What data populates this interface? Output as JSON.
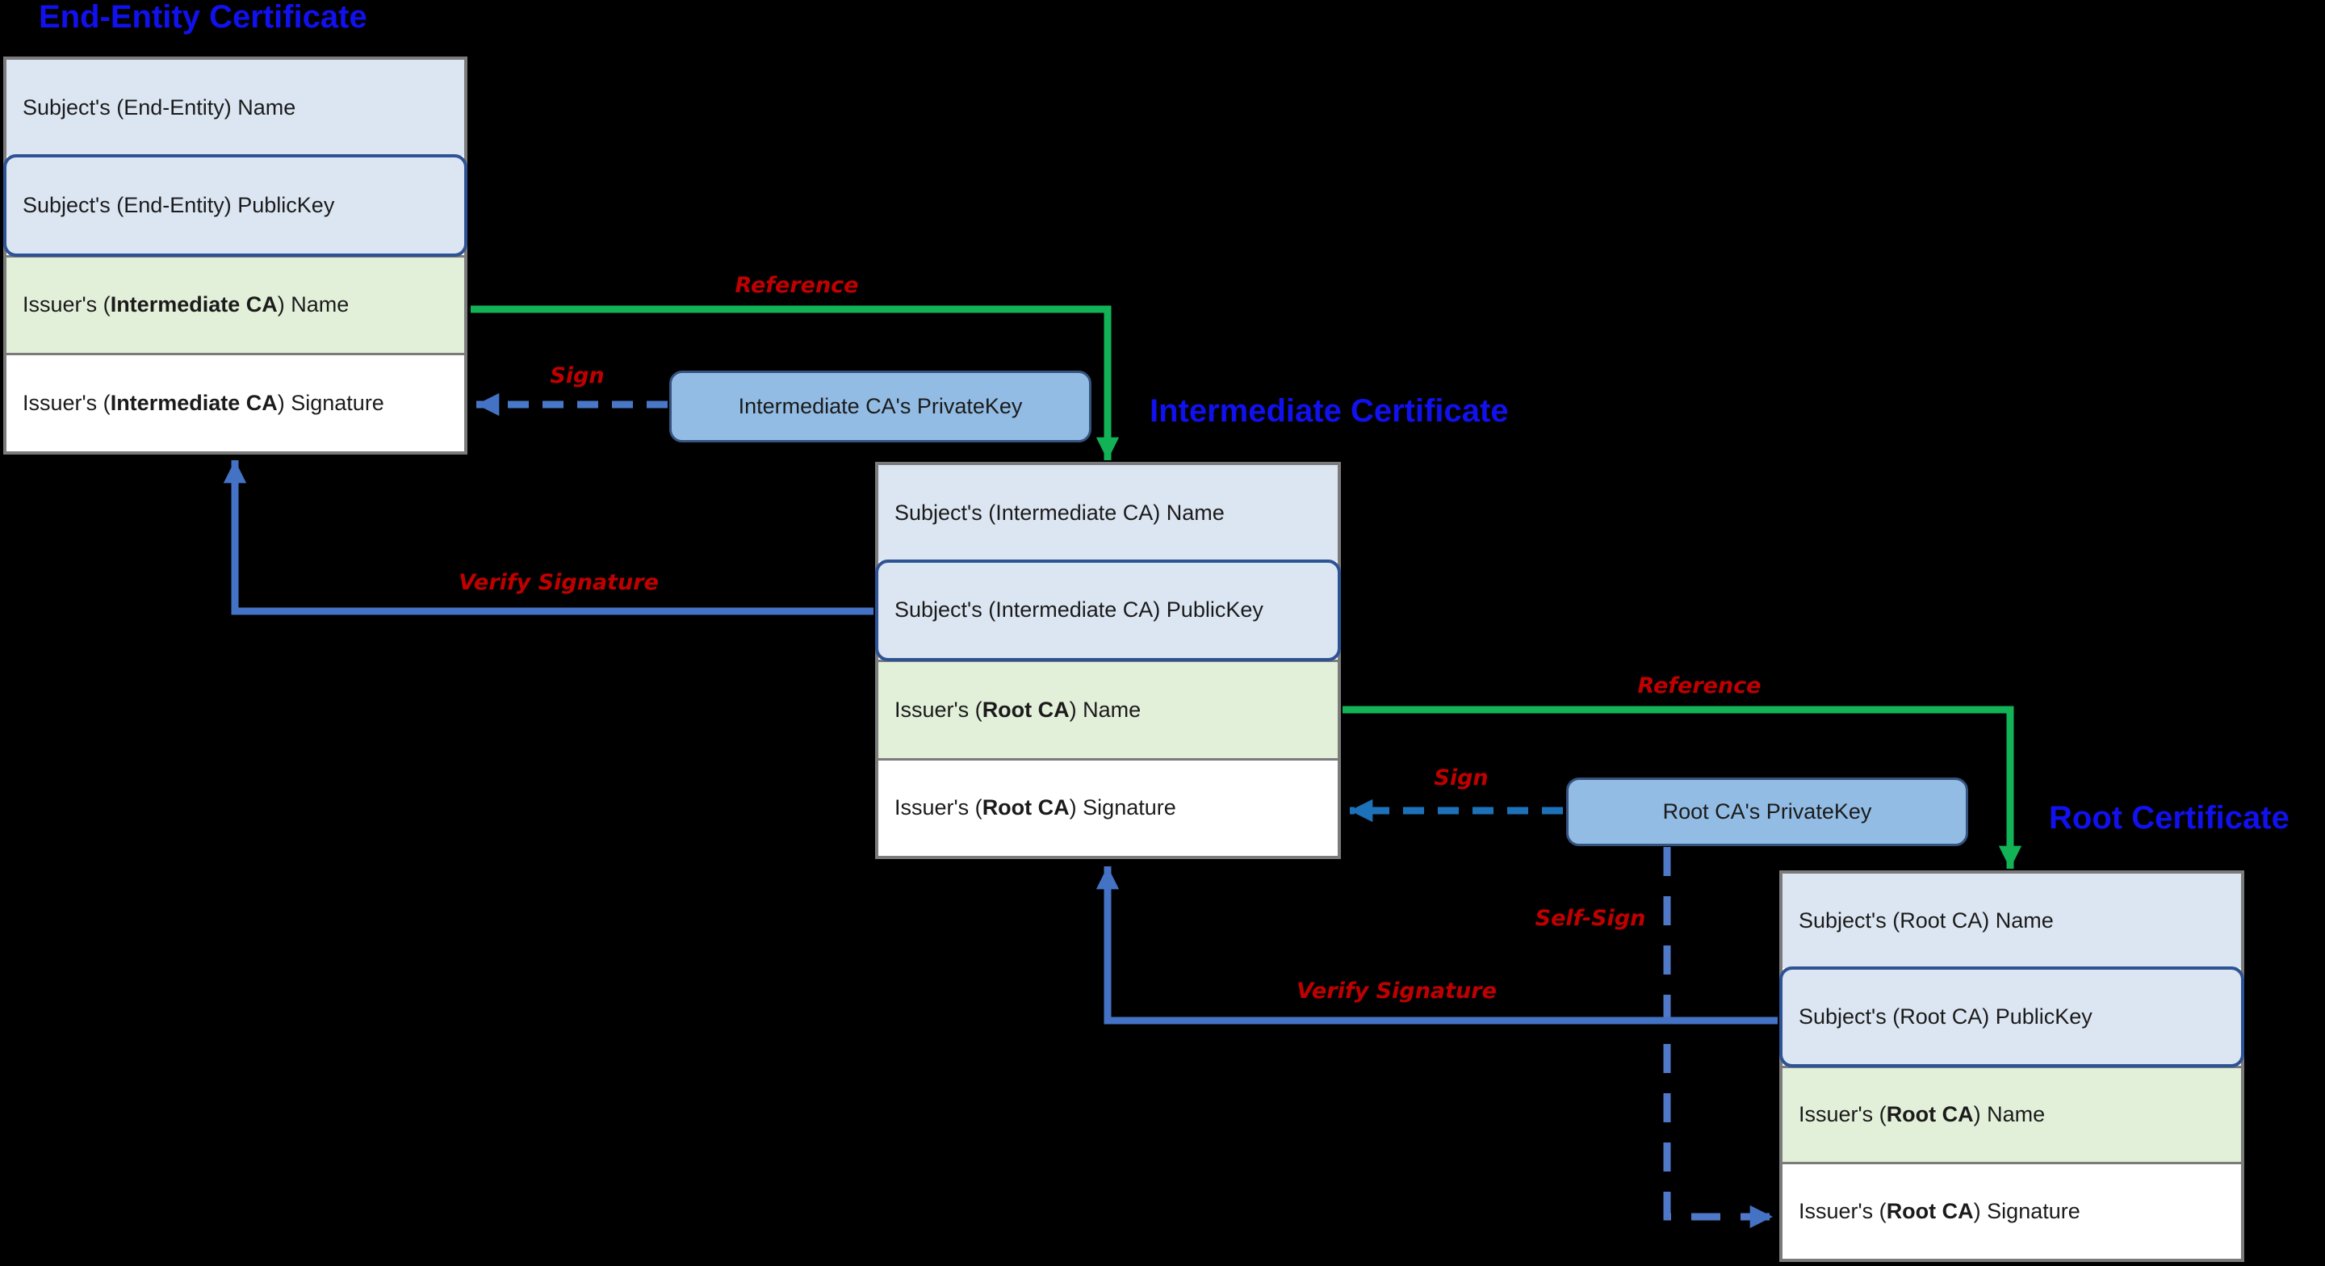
{
  "certs": [
    {
      "id": "end-entity",
      "title": "End-Entity Certificate",
      "rows": [
        {
          "pre": "Subject's (End-Entity) Name",
          "bold": "",
          "post": ""
        },
        {
          "pre": "Subject's (End-Entity) PublicKey",
          "bold": "",
          "post": ""
        },
        {
          "pre": "Issuer's (",
          "bold": "Intermediate CA",
          "post": ") Name"
        },
        {
          "pre": "Issuer's (",
          "bold": "Intermediate CA",
          "post": ") Signature"
        }
      ]
    },
    {
      "id": "intermediate",
      "title": "Intermediate Certificate",
      "rows": [
        {
          "pre": "Subject's (Intermediate CA) Name",
          "bold": "",
          "post": ""
        },
        {
          "pre": "Subject's (Intermediate CA) PublicKey",
          "bold": "",
          "post": ""
        },
        {
          "pre": "Issuer's (",
          "bold": "Root CA",
          "post": ") Name"
        },
        {
          "pre": "Issuer's (",
          "bold": "Root CA",
          "post": ") Signature"
        }
      ]
    },
    {
      "id": "root",
      "title": "Root Certificate",
      "rows": [
        {
          "pre": "Subject's (Root CA) Name",
          "bold": "",
          "post": ""
        },
        {
          "pre": "Subject's (Root CA) PublicKey",
          "bold": "",
          "post": ""
        },
        {
          "pre": "Issuer's (",
          "bold": "Root CA",
          "post": ") Name"
        },
        {
          "pre": "Issuer's (",
          "bold": "Root CA",
          "post": ") Signature"
        }
      ]
    }
  ],
  "keys": {
    "intermediate_label": "Intermediate CA's PrivateKey",
    "root_label": "Root CA's PrivateKey"
  },
  "edge_labels": {
    "reference": "Reference",
    "sign": "Sign",
    "self_sign": "Self-Sign",
    "verify_signature": "Verify Signature"
  },
  "colors": {
    "title_blue": "#1111ef",
    "label_red": "#c00000",
    "reference_green": "#12b257",
    "verify_blue": "#4472c4",
    "sign_blue": "#4a78c8",
    "sign_root_blue": "#1d71b8",
    "self_sign_blue": "#5078c8",
    "row_blue": "#dce6f2",
    "row_green": "#e2efd9",
    "key_fill": "#92bce4",
    "key_border": "#35537e",
    "publickey_border": "#2e5395",
    "box_border": "#7b7b7b"
  }
}
